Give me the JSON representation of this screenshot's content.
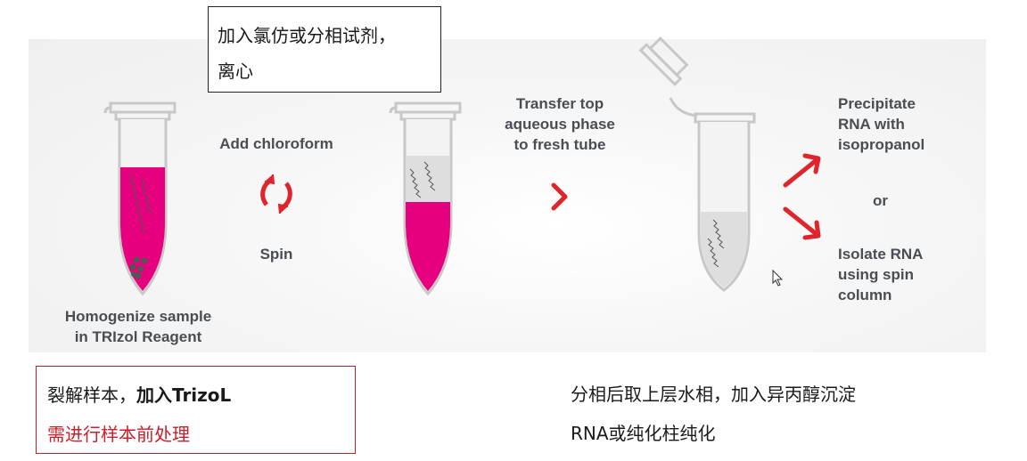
{
  "callout_top": {
    "line1": "加入氯仿或分相试剂，",
    "line2": "离心"
  },
  "diagram": {
    "step1_label_line1": "Homogenize sample",
    "step1_label_line2": "in TRIzol Reagent",
    "step2_label_top": "Add chloroform",
    "step2_label_bottom": "Spin",
    "step3_label_line1": "Transfer top",
    "step3_label_line2": "aqueous phase",
    "step3_label_line3": "to fresh tube",
    "option1_line1": "Precipitate",
    "option1_line2": "RNA with",
    "option1_line3": "isopropanol",
    "or_label": "or",
    "option2_line1": "Isolate RNA",
    "option2_line2": "using spin",
    "option2_line3": "column",
    "colors": {
      "trizol_magenta": "#e6007e",
      "arrow_red": "#e0242b",
      "tube_gray": "#c8c8c8",
      "aqueous_gray": "#dedede",
      "text_gray": "#4a4d52"
    }
  },
  "callout_left": {
    "line1_a": "裂解样本，",
    "line1_b": "加入TrizoL",
    "line2": "需进行样本前处理"
  },
  "note_right": {
    "line1": "分相后取上层水相，加入异丙醇沉淀",
    "line2": "RNA或纯化柱纯化"
  }
}
